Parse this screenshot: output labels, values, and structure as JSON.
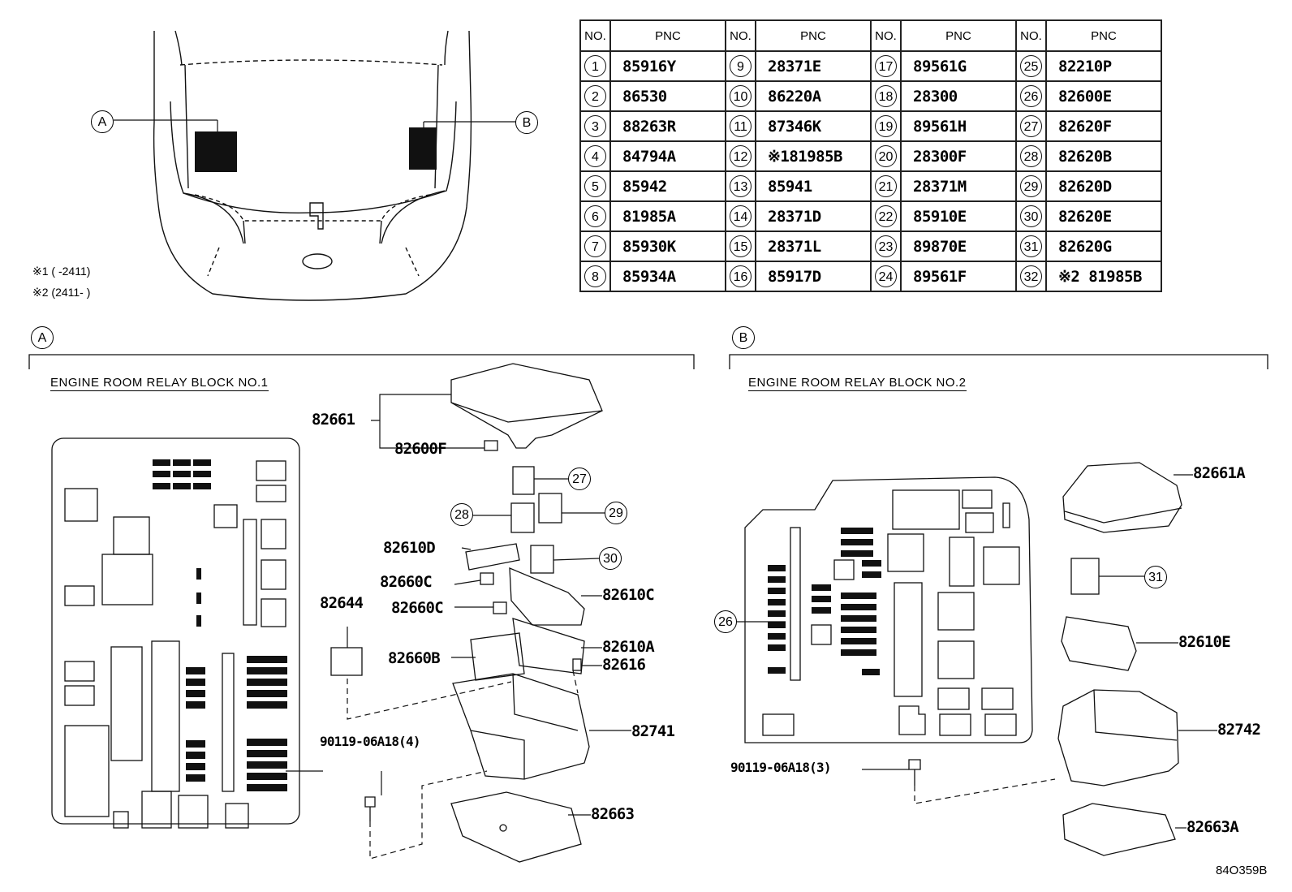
{
  "notes": [
    "※1 (      -2411)",
    "※2 (2411-      )"
  ],
  "car_markers": [
    "A",
    "B"
  ],
  "table": {
    "headers": [
      "NO.",
      "PNC"
    ],
    "rows": [
      [
        [
          "1",
          "85916Y"
        ],
        [
          "9",
          "28371E"
        ],
        [
          "17",
          "89561G"
        ],
        [
          "25",
          "82210P"
        ]
      ],
      [
        [
          "2",
          "86530"
        ],
        [
          "10",
          "86220A"
        ],
        [
          "18",
          "28300"
        ],
        [
          "26",
          "82600E"
        ]
      ],
      [
        [
          "3",
          "88263R"
        ],
        [
          "11",
          "87346K"
        ],
        [
          "19",
          "89561H"
        ],
        [
          "27",
          "82620F"
        ]
      ],
      [
        [
          "4",
          "84794A"
        ],
        [
          "12",
          "※181985B"
        ],
        [
          "20",
          "28300F"
        ],
        [
          "28",
          "82620B"
        ]
      ],
      [
        [
          "5",
          "85942"
        ],
        [
          "13",
          "85941"
        ],
        [
          "21",
          "28371M"
        ],
        [
          "29",
          "82620D"
        ]
      ],
      [
        [
          "6",
          "81985A"
        ],
        [
          "14",
          "28371D"
        ],
        [
          "22",
          "85910E"
        ],
        [
          "30",
          "82620E"
        ]
      ],
      [
        [
          "7",
          "85930K"
        ],
        [
          "15",
          "28371L"
        ],
        [
          "23",
          "89870E"
        ],
        [
          "31",
          "82620G"
        ]
      ],
      [
        [
          "8",
          "85934A"
        ],
        [
          "16",
          "85917D"
        ],
        [
          "24",
          "89561F"
        ],
        [
          "32",
          "※2 81985B"
        ]
      ]
    ]
  },
  "section_a": {
    "marker": "A",
    "title": "ENGINE ROOM RELAY BLOCK NO.1",
    "parts": [
      "82661",
      "82600F",
      "82610D",
      "82660C",
      "82660C",
      "82610C",
      "82644",
      "82660B",
      "82610A",
      "82616",
      "82741",
      "90119-06A18(4)",
      "82663"
    ],
    "callouts": [
      "27",
      "28",
      "29",
      "30"
    ]
  },
  "section_b": {
    "marker": "B",
    "title": "ENGINE ROOM RELAY BLOCK NO.2",
    "parts": [
      "82661A",
      "82610E",
      "82742",
      "90119-06A18(3)",
      "82663A"
    ],
    "callouts": [
      "31",
      "26"
    ]
  },
  "drawing_code": "84O359B"
}
